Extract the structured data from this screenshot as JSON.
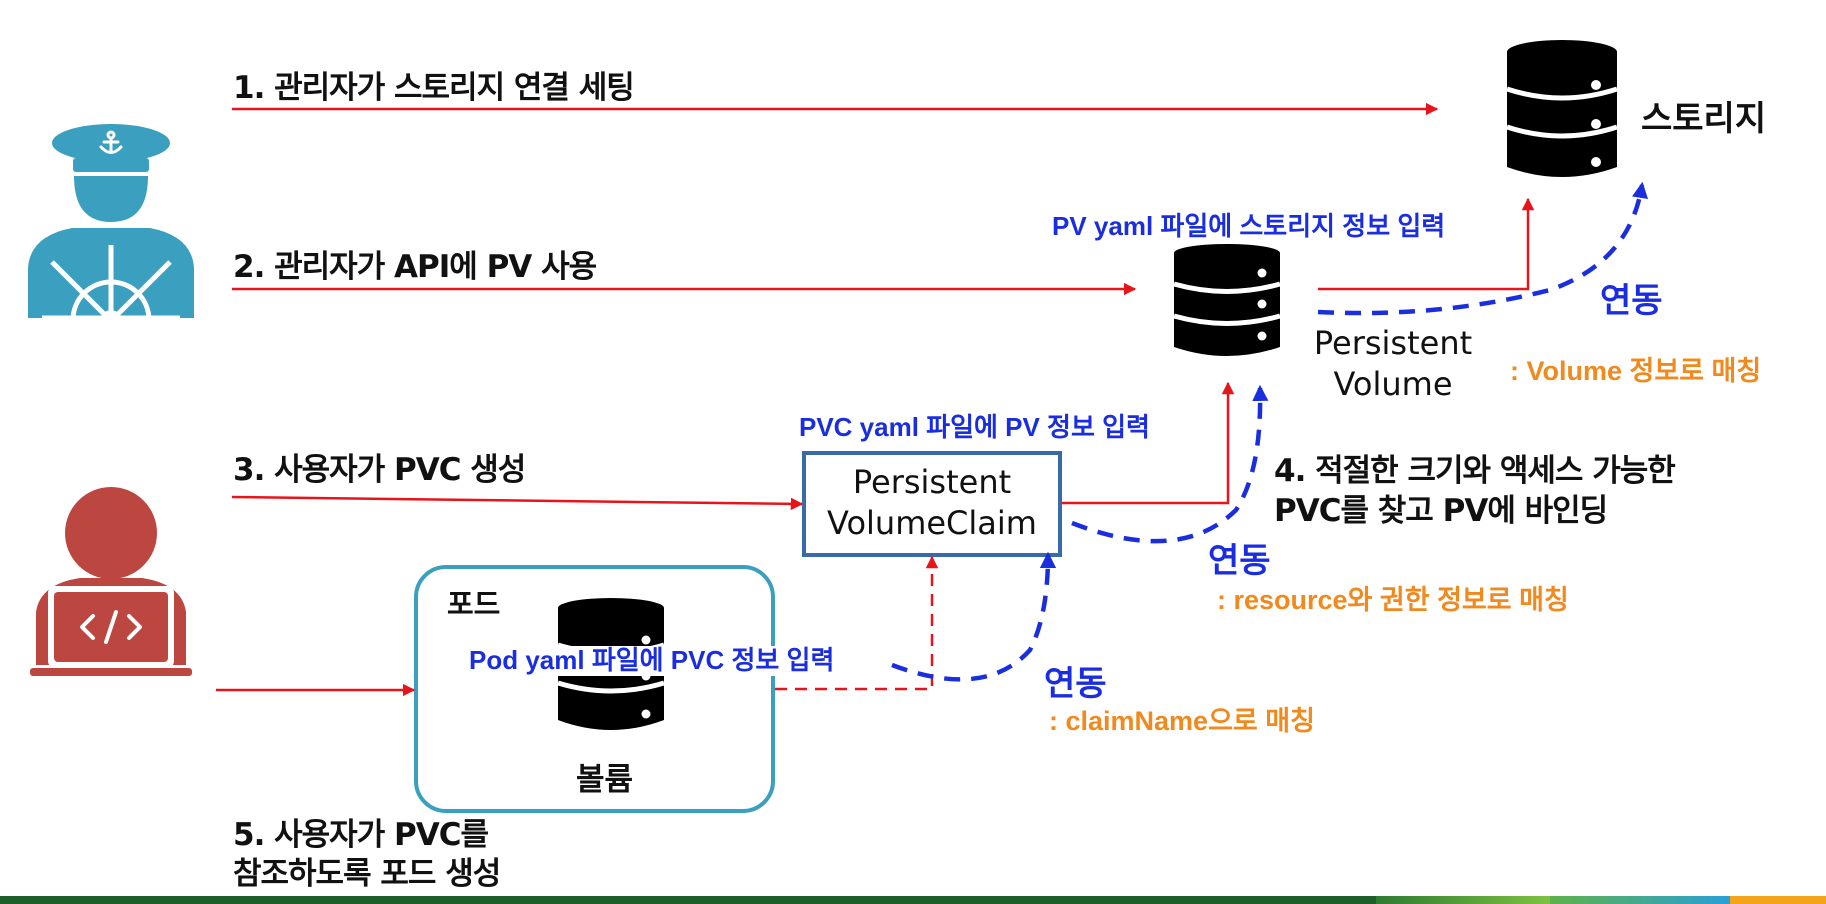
{
  "steps": {
    "s1": "1. 관리자가 스토리지 연결 세팅",
    "s2": "2. 관리자가 API에 PV 사용",
    "s3": "3. 사용자가 PVC 생성",
    "s4_line1": "4. 적절한 크기와 액세스 가능한",
    "s4_line2": "PVC를 찾고 PV에 바인딩",
    "s5_line1": "5. 사용자가 PVC를",
    "s5_line2": "참조하도록 포드 생성"
  },
  "labels": {
    "storage": "스토리지",
    "pv_line1": "Persistent",
    "pv_line2": "Volume",
    "pvc_line1": "Persistent",
    "pvc_line2": "VolumeClaim",
    "pod": "포드",
    "volume": "볼륨"
  },
  "notes": {
    "pv_yaml": "PV yaml 파일에 스토리지 정보 입력",
    "pvc_yaml": "PVC yaml 파일에 PV 정보 입력",
    "pod_yaml": "Pod yaml 파일에 PVC 정보 입력"
  },
  "links": {
    "link1_word": "연동",
    "link1_match": ": Volume 정보로 매칭",
    "link2_word": "연동",
    "link2_match": ": resource와 권한 정보로 매칭",
    "link3_word": "연동",
    "link3_match": ": claimName으로 매칭"
  },
  "colors": {
    "solid_arrow": "#e8141b",
    "link_arrow": "#1a2ee0",
    "admin_icon": "#3b9fc0",
    "user_icon": "#bc4640",
    "pod_border": "#3b9fc0",
    "pvc_border": "#3a6aa8",
    "note_blue": "#1a2ee0",
    "note_orange": "#f08a1e",
    "bottom_bar_main": "#1e5e2a",
    "bottom_bar_green": "#7ec242",
    "bottom_bar_blue": "#2a9fd6",
    "bottom_bar_orange": "#f3a41b"
  },
  "icons": {
    "admin": "admin-captain-icon",
    "user": "developer-icon",
    "storage": "database-icon",
    "pv": "database-icon",
    "volume": "database-icon"
  }
}
